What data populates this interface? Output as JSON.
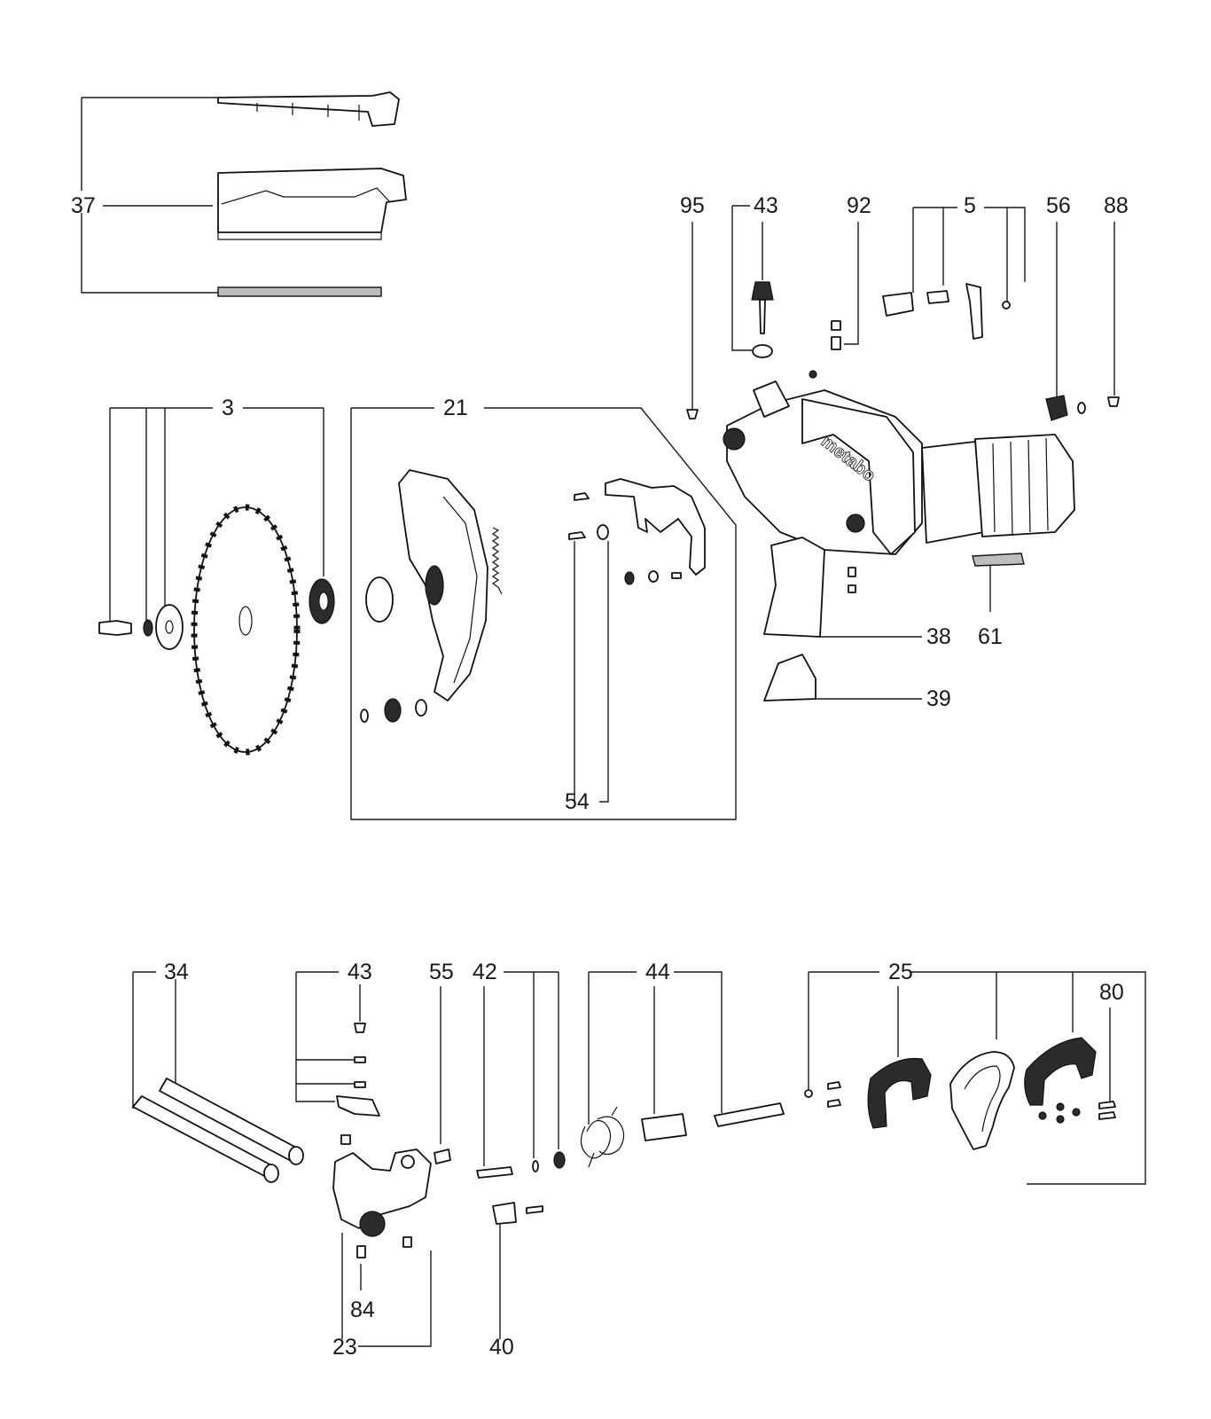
{
  "labels": {
    "l37": "37",
    "l95": "95",
    "l43a": "43",
    "l92": "92",
    "l5": "5",
    "l56": "56",
    "l88": "88",
    "l3": "3",
    "l21": "21",
    "l54": "54",
    "l38": "38",
    "l61": "61",
    "l39": "39",
    "l34": "34",
    "l43b": "43",
    "l55": "55",
    "l42": "42",
    "l44": "44",
    "l25": "25",
    "l80": "80",
    "l84": "84",
    "l23": "23",
    "l40": "40"
  },
  "brand_mark": "metabo",
  "colors": {
    "ink": "#111111",
    "fill": "#ffffff",
    "shade": "#2b2b2b",
    "grey": "#bdbdbd"
  }
}
